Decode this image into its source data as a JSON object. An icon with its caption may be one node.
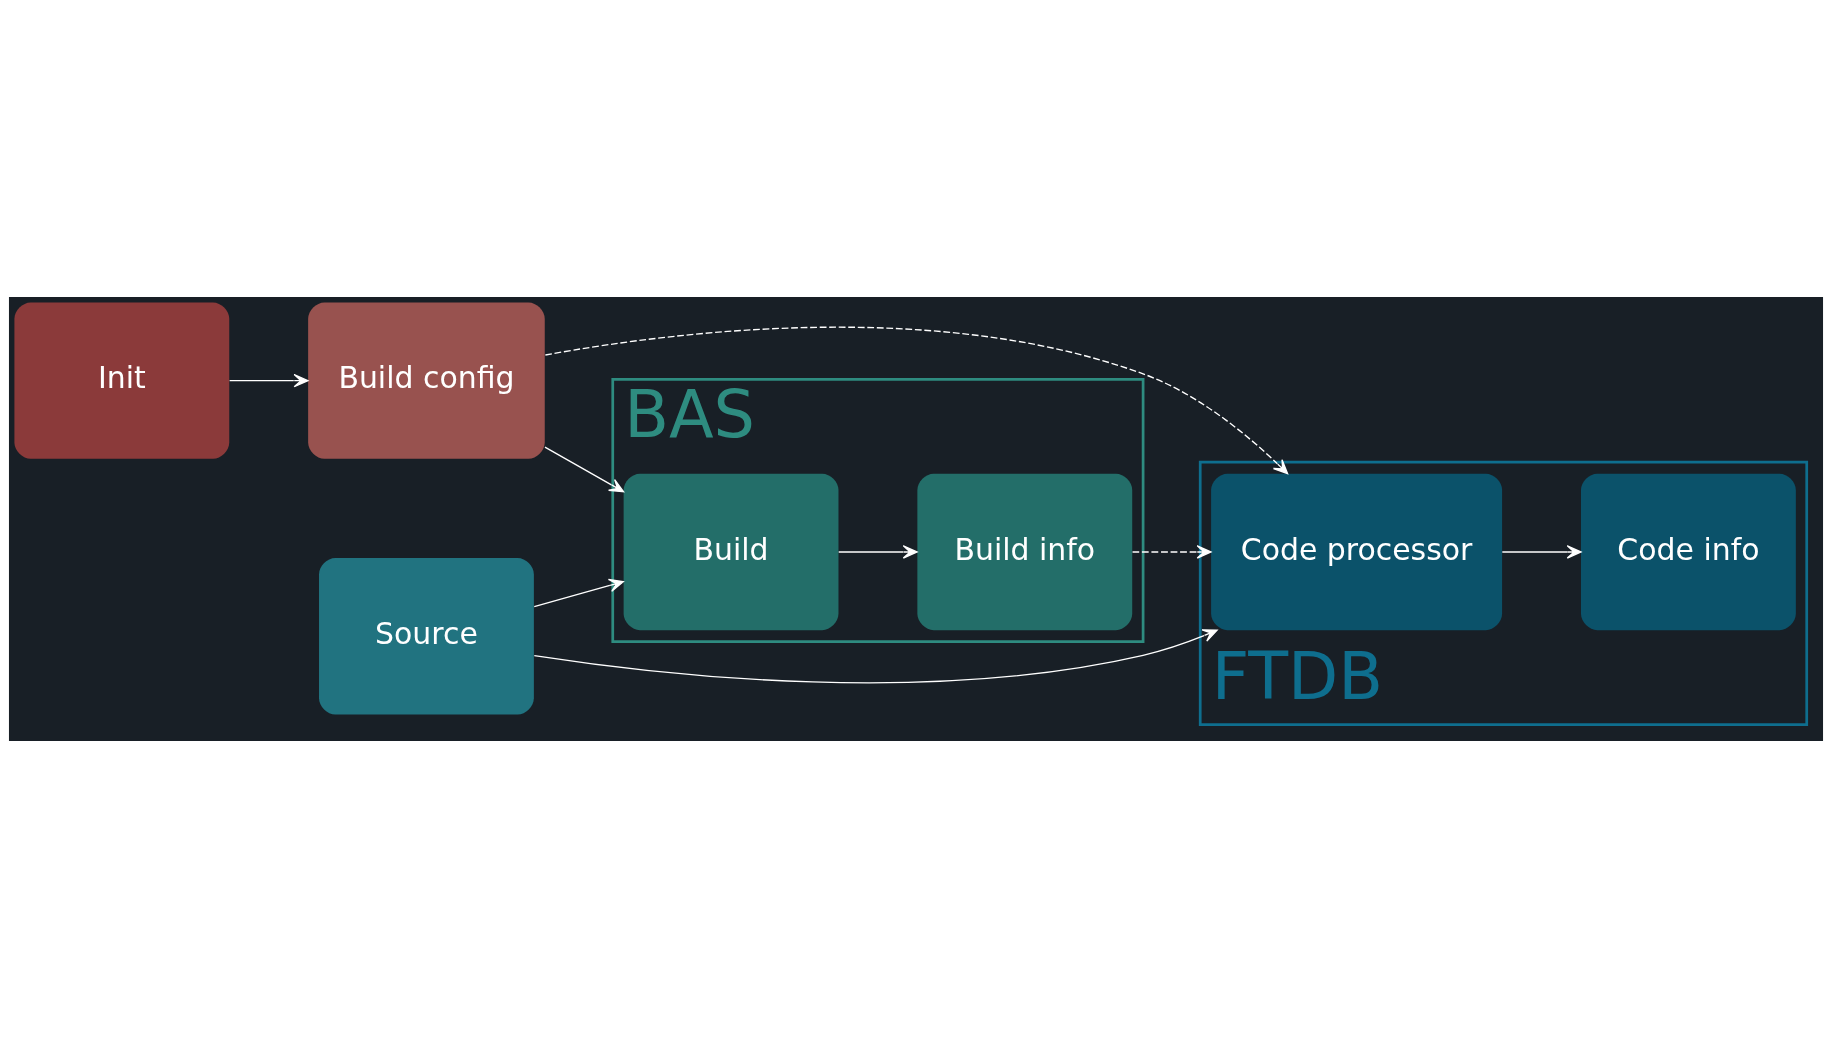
{
  "diagram": {
    "nodes": [
      {
        "text": [
          "Init"
        ]
      },
      {
        "text": [
          "Build config"
        ]
      },
      {
        "text": [
          "BAS"
        ]
      },
      {
        "text": [
          "Build"
        ],
        "in": 2
      },
      {
        "text": [
          "Build info"
        ],
        "in": 2
      },
      {
        "text": [
          "FTDB"
        ]
      },
      {
        "text": [
          "Source"
        ]
      },
      {
        "text": [
          "Code processor"
        ],
        "in": 5
      },
      {
        "text": [
          "Code info"
        ],
        "in": 5
      }
    ],
    "edges": [
      {
        "from": 0,
        "to": 1,
        "arrow": "to"
      },
      {
        "from": 1,
        "to": 3,
        "arrow": "to"
      },
      {
        "from": 3,
        "to": 4,
        "arrow": "to"
      },
      {
        "from": 6,
        "to": 3,
        "arrow": "to"
      },
      {
        "from": 6,
        "to": 7,
        "arrow": "to"
      },
      {
        "from": 4,
        "to": 7,
        "arrow": "to",
        "style": "dashed"
      },
      {
        "from": 1,
        "to": 7,
        "arrow": "to",
        "style": "dashed"
      },
      {
        "from": 7,
        "to": 8,
        "arrow": "to"
      }
    ]
  }
}
